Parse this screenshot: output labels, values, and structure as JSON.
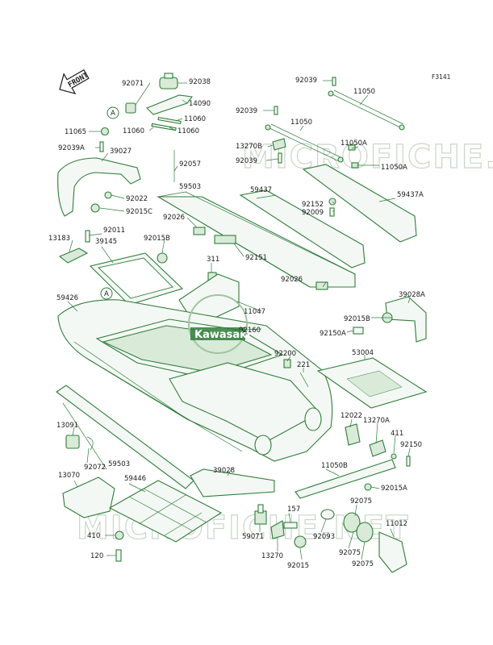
{
  "diagram_code": "F3141",
  "front_label": "FRONT",
  "watermark": "MICROFICHE.NET",
  "logo_text": "Kawasaki",
  "ref_a": "A",
  "labels": [
    {
      "id": "92071",
      "text": "92071"
    },
    {
      "id": "92038",
      "text": "92038"
    },
    {
      "id": "14090",
      "text": "14090"
    },
    {
      "id": "11060a",
      "text": "11060"
    },
    {
      "id": "11060b",
      "text": "11060"
    },
    {
      "id": "11060c",
      "text": "11060"
    },
    {
      "id": "11065",
      "text": "11065"
    },
    {
      "id": "92039A",
      "text": "92039A"
    },
    {
      "id": "39027",
      "text": "39027"
    },
    {
      "id": "92057",
      "text": "92057"
    },
    {
      "id": "92022",
      "text": "92022"
    },
    {
      "id": "92015C",
      "text": "92015C"
    },
    {
      "id": "59503a",
      "text": "59503"
    },
    {
      "id": "92026a",
      "text": "92026"
    },
    {
      "id": "92015B",
      "text": "92015B"
    },
    {
      "id": "311",
      "text": "311"
    },
    {
      "id": "92151",
      "text": "92151"
    },
    {
      "id": "92026b",
      "text": "92026"
    },
    {
      "id": "13183",
      "text": "13183"
    },
    {
      "id": "92011",
      "text": "92011"
    },
    {
      "id": "39145",
      "text": "39145"
    },
    {
      "id": "59426",
      "text": "59426"
    },
    {
      "id": "11047",
      "text": "11047"
    },
    {
      "id": "92160",
      "text": "92160"
    },
    {
      "id": "92200",
      "text": "92200"
    },
    {
      "id": "221",
      "text": "221"
    },
    {
      "id": "92039a",
      "text": "92039"
    },
    {
      "id": "11050a",
      "text": "11050"
    },
    {
      "id": "92039b",
      "text": "92039"
    },
    {
      "id": "11050b",
      "text": "11050"
    },
    {
      "id": "13270B",
      "text": "13270B"
    },
    {
      "id": "11050Aa",
      "text": "11050A"
    },
    {
      "id": "92039c",
      "text": "92039"
    },
    {
      "id": "11050Ab",
      "text": "11050A"
    },
    {
      "id": "59437",
      "text": "59437"
    },
    {
      "id": "92152",
      "text": "92152"
    },
    {
      "id": "92009",
      "text": "92009"
    },
    {
      "id": "59437A",
      "text": "59437A"
    },
    {
      "id": "39028A",
      "text": "39028A"
    },
    {
      "id": "92015Ba",
      "text": "92015B"
    },
    {
      "id": "92150A",
      "text": "92150A"
    },
    {
      "id": "53004",
      "text": "53004"
    },
    {
      "id": "13091",
      "text": "13091"
    },
    {
      "id": "92072",
      "text": "92072"
    },
    {
      "id": "59503b",
      "text": "59503"
    },
    {
      "id": "12022",
      "text": "12022"
    },
    {
      "id": "13270A",
      "text": "13270A"
    },
    {
      "id": "411",
      "text": "411"
    },
    {
      "id": "92150",
      "text": "92150"
    },
    {
      "id": "11050B",
      "text": "11050B"
    },
    {
      "id": "92015A",
      "text": "92015A"
    },
    {
      "id": "39028",
      "text": "39028"
    },
    {
      "id": "13070",
      "text": "13070"
    },
    {
      "id": "59446",
      "text": "59446"
    },
    {
      "id": "157",
      "text": "157"
    },
    {
      "id": "92075a",
      "text": "92075"
    },
    {
      "id": "11012",
      "text": "11012"
    },
    {
      "id": "410",
      "text": "410"
    },
    {
      "id": "59071",
      "text": "59071"
    },
    {
      "id": "92093",
      "text": "92093"
    },
    {
      "id": "92075b",
      "text": "92075"
    },
    {
      "id": "120",
      "text": "120"
    },
    {
      "id": "13270",
      "text": "13270"
    },
    {
      "id": "92015",
      "text": "92015"
    },
    {
      "id": "92075c",
      "text": "92075"
    }
  ]
}
